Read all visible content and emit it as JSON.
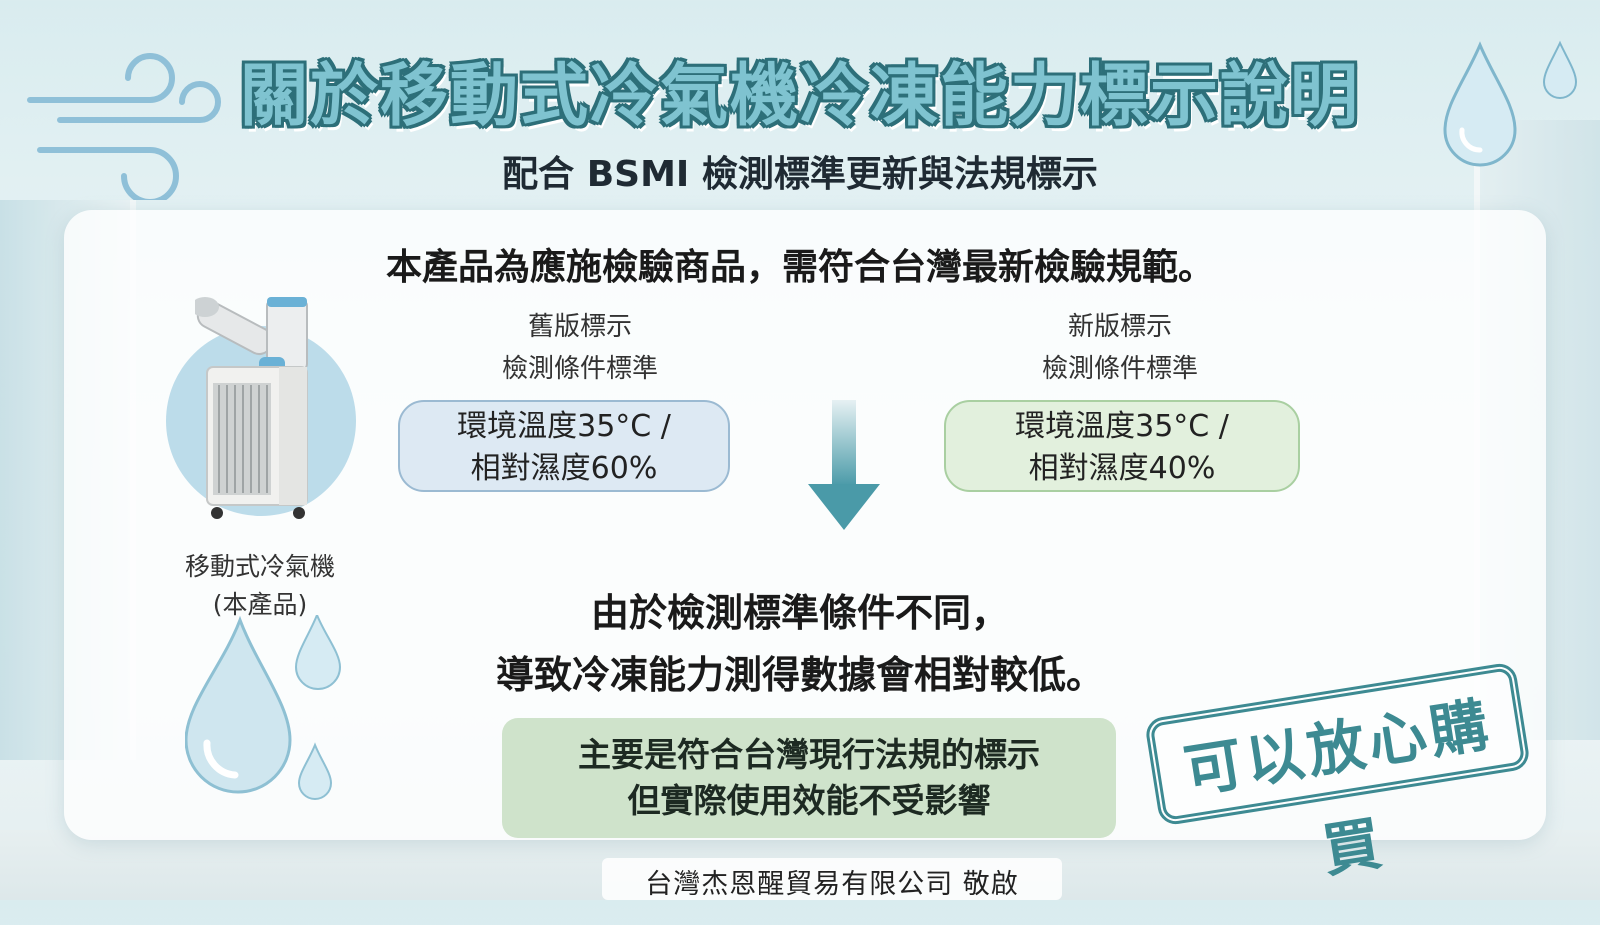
{
  "header": {
    "title": "關於移動式冷氣機冷凍能力標示說明",
    "subtitle": "配合 BSMI 檢測標準更新與法規標示"
  },
  "main": {
    "headline": "本產品為應施檢驗商品，需符合台灣最新檢驗規範。",
    "old_standard": {
      "label_line1": "舊版標示",
      "label_line2": "檢測條件標準",
      "condition_line1": "環境溫度35°C /",
      "condition_line2": "相對濕度60%"
    },
    "new_standard": {
      "label_line1": "新版標示",
      "label_line2": "檢測條件標準",
      "condition_line1": "環境溫度35°C /",
      "condition_line2": "相對濕度40%"
    },
    "product": {
      "label_line1": "移動式冷氣機",
      "label_line2": "(本產品)"
    },
    "explanation_line1": "由於檢測標準條件不同，",
    "explanation_line2": "導致冷凍能力測得數據會相對較低。",
    "note_line1": "主要是符合台灣現行法規的標示",
    "note_line2": "但實際使用效能不受影響",
    "stamp": "可以放心購買"
  },
  "footer": {
    "signature": "台灣杰恩醒貿易有限公司  敬啟"
  },
  "colors": {
    "title_fill": "#7fc3d0",
    "title_outline": "#2d6f79",
    "old_box": "#dde9f3",
    "new_box": "#e2f0dd",
    "note_box": "#cfe3cb",
    "stamp": "#3d8a92",
    "arrow": "#4a9aa8"
  },
  "icons": [
    "wind-icon",
    "water-drop-icon",
    "down-arrow-icon",
    "air-conditioner-image"
  ]
}
